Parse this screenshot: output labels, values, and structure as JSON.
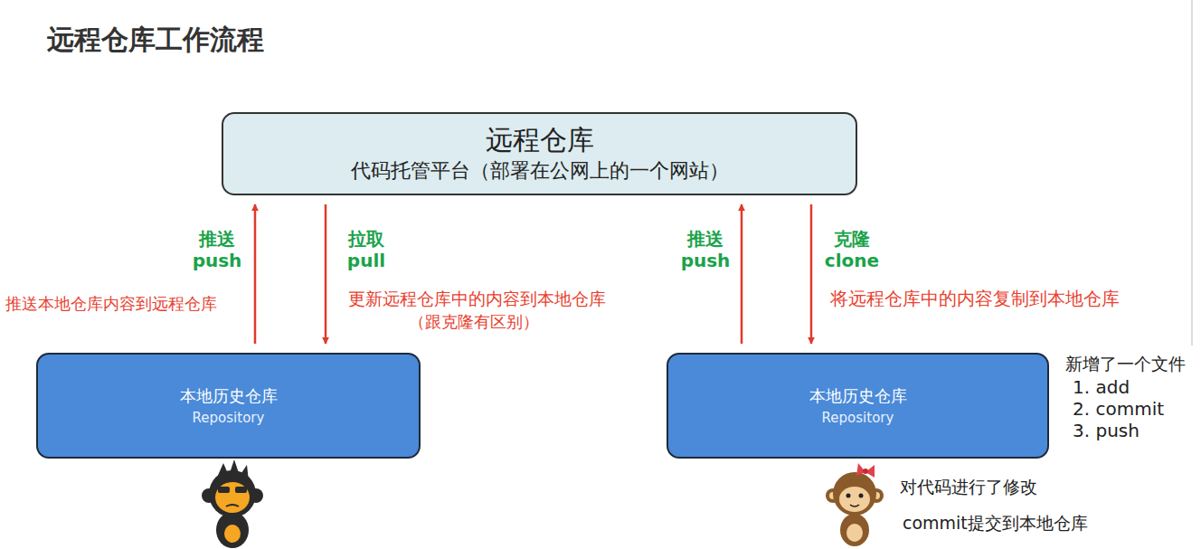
{
  "diagram": {
    "title": "远程仓库工作流程",
    "nodes": [
      {
        "text": [
          "远程仓库",
          "代码托管平台（部署在公网上的一个网站）"
        ]
      },
      {
        "text": [
          "本地历史仓库",
          "Repository"
        ]
      },
      {
        "text": [
          "本地历史仓库",
          "Repository"
        ]
      }
    ],
    "edges": [
      {
        "from": 1,
        "to": 0,
        "label": "推送 push",
        "arrow": "to"
      },
      {
        "from": 0,
        "to": 1,
        "label": "拉取 pull",
        "arrow": "to"
      },
      {
        "from": 2,
        "to": 0,
        "label": "推送 push",
        "arrow": "to"
      },
      {
        "from": 0,
        "to": 2,
        "label": "克隆 clone",
        "arrow": "to"
      }
    ],
    "labels": [
      "推送本地仓库内容到远程仓库",
      "更新远程仓库中的内容到本地仓库",
      "（跟克隆有区别）",
      "将远程仓库中的内容复制到本地仓库",
      "新增了一个文件",
      "1. add",
      "2. commit",
      "3. push",
      "对代码进行了修改",
      "commit提交到本地仓库"
    ]
  }
}
